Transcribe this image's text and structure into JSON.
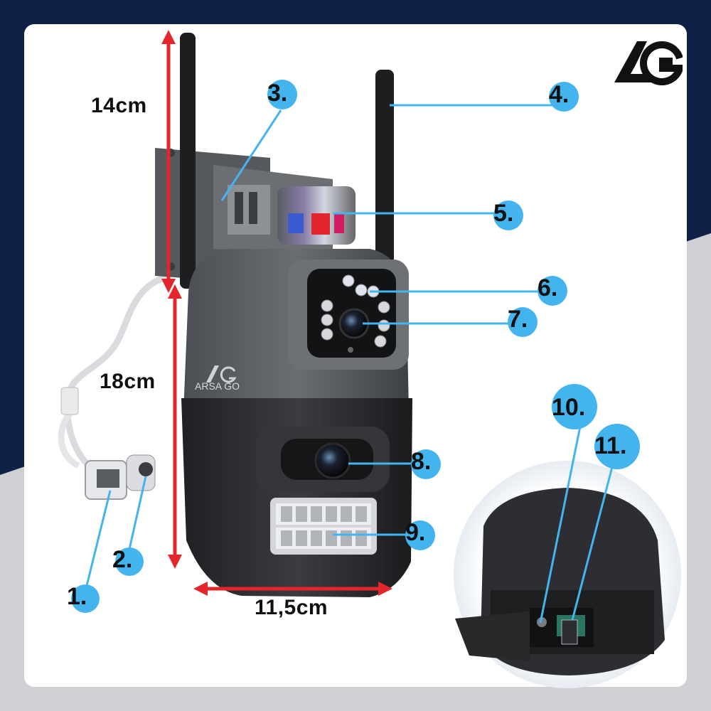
{
  "brand": {
    "camera_text": "ARSA GO"
  },
  "dimensions": {
    "antenna_height": "14cm",
    "body_height": "18cm",
    "body_width": "11,5cm"
  },
  "callouts": [
    {
      "label": "1."
    },
    {
      "label": "2."
    },
    {
      "label": "3."
    },
    {
      "label": "4."
    },
    {
      "label": "5."
    },
    {
      "label": "6."
    },
    {
      "label": "7."
    },
    {
      "label": "8."
    },
    {
      "label": "9."
    },
    {
      "label": "10."
    },
    {
      "label": "11."
    }
  ],
  "colors": {
    "navy": "#0f2147",
    "callout_blue": "#44b4ef",
    "dimension_red": "#e3262b",
    "camera_grey": "#5b5e63",
    "camera_dark": "#2e3033"
  }
}
